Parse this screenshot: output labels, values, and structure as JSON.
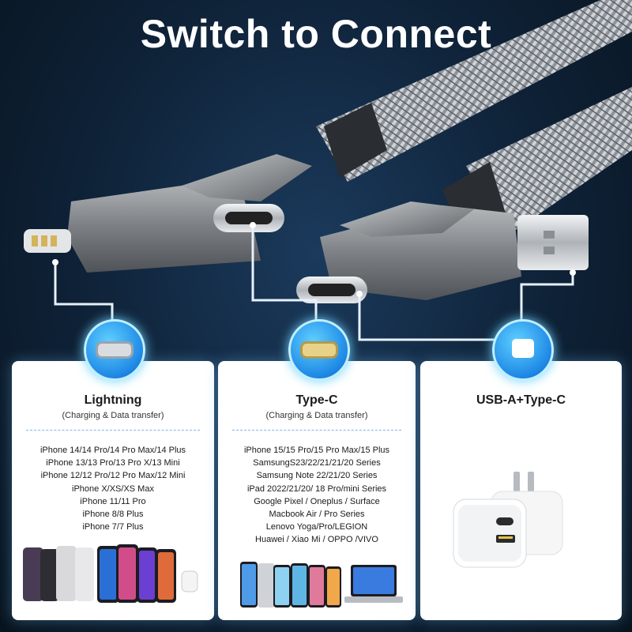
{
  "title": "Switch to Connect",
  "colors": {
    "accent": "#1e88e5",
    "glow": "#6fd3ff",
    "background": "#0e2136"
  },
  "cards": [
    {
      "name": "Lightning",
      "subtitle": "(Charging & Data transfer)",
      "icon": "lightning-port-icon",
      "devices": [
        "iPhone 14/14 Pro/14 Pro Max/14 Plus",
        "iPhone 13/13 Pro/13 Pro X/13 Mini",
        "iPhone 12/12 Pro/12 Pro Max/12 Mini",
        "iPhone X/XS/XS Max",
        "iPhone 11/11 Pro",
        "iPhone 8/8 Plus",
        "iPhone 7/7 Plus"
      ]
    },
    {
      "name": "Type-C",
      "subtitle": "(Charging & Data transfer)",
      "icon": "type-c-port-icon",
      "devices": [
        "iPhone 15/15 Pro/15 Pro Max/15 Plus",
        "SamsungS23/22/21/21/20 Series",
        "Samsung Note 22/21/20 Series",
        "iPad 2022/21/20/ 18 Pro/mini Series",
        "Google Pixel / Oneplus / Surface",
        "Macbook Air / Pro Series",
        "Lenovo Yoga/Pro/LEGION",
        "Huawei / Xiao Mi / OPPO /VIVO"
      ]
    },
    {
      "name": "USB-A+Type-C",
      "subtitle": "",
      "icon": "charger-icon",
      "devices": []
    }
  ]
}
